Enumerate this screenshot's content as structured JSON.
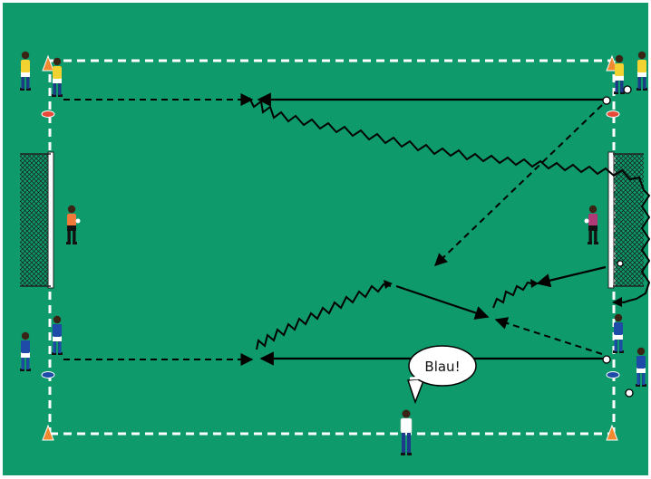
{
  "diagram": {
    "kind": "football training drill",
    "pitch_color": "#0E9A6B",
    "line_color": "#FFFFFF",
    "arrow_color": "#000000",
    "callout": {
      "text": "Blau!"
    },
    "teams": {
      "yellow": {
        "shirt": "#F2D230",
        "shorts": "#FFFFFF",
        "socks": "#1E3A8A"
      },
      "blue": {
        "shirt": "#1E4BA8",
        "shorts": "#FFFFFF",
        "socks": "#1E4BA8"
      }
    },
    "goalkeepers": [
      {
        "side": "left",
        "shirt": "#F07A3A"
      },
      {
        "side": "right",
        "shirt": "#B03A78"
      }
    ],
    "coach": {
      "shirt": "#FFFFFF",
      "pants": "#1E3A8A"
    },
    "cones": {
      "red": "#E84A3A",
      "blue": "#1E4BA8",
      "orange": "#F08A30"
    }
  }
}
